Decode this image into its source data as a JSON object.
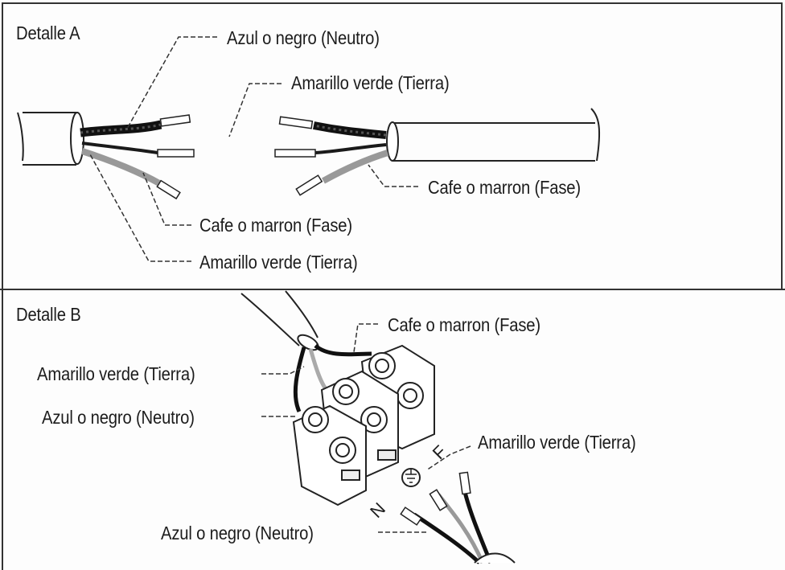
{
  "panel_a": {
    "title": "Detalle A",
    "labels": {
      "neutral_top": "Azul o negro (Neutro)",
      "ground_top": "Amarillo verde (Tierra)",
      "phase_right": "Cafe o marron (Fase)",
      "phase_left": "Cafe o marron (Fase)",
      "ground_bottom": "Amarillo verde (Tierra)"
    }
  },
  "panel_b": {
    "title": "Detalle B",
    "labels": {
      "phase": "Cafe o marron (Fase)",
      "ground_left": "Amarillo verde (Tierra)",
      "neutral_left": "Azul o negro (Neutro)",
      "ground_right": "Amarillo verde (Tierra)",
      "neutral_bottom": "Azul o negro (Neutro)"
    },
    "terminal_marks": {
      "f": "F",
      "n": "N"
    }
  }
}
